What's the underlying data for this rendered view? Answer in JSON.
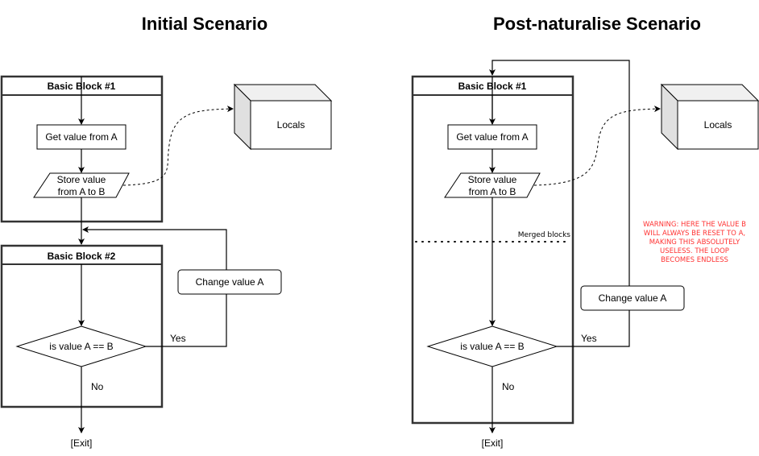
{
  "diagrams": [
    {
      "title": "Initial Scenario",
      "blocks": [
        {
          "header": "Basic Block #1"
        },
        {
          "header": "Basic Block #2"
        }
      ],
      "nodes": {
        "get_value": "Get value from A",
        "store_value_line1": "Store value",
        "store_value_line2": "from A to B",
        "locals": "Locals",
        "change_value": "Change value A",
        "decision": "is value A == B",
        "yes": "Yes",
        "no": "No",
        "exit": "[Exit]"
      }
    },
    {
      "title": "Post-naturalise Scenario",
      "blocks": [
        {
          "header": "Basic Block #1"
        }
      ],
      "merged_label": "Merged blocks",
      "nodes": {
        "get_value": "Get value from A",
        "store_value_line1": "Store value",
        "store_value_line2": "from A to B",
        "locals": "Locals",
        "change_value": "Change value A",
        "decision": "is value A == B",
        "yes": "Yes",
        "no": "No",
        "exit": "[Exit]"
      },
      "warning": {
        "color": "#ff3333",
        "lines": [
          "WARNING: HERE THE VALUE B",
          "WILL ALWAYS BE RESET TO A,",
          "MAKING THIS ABSOLUTELY",
          "USELESS. THE LOOP",
          "BECOMES ENDLESS"
        ]
      }
    }
  ]
}
